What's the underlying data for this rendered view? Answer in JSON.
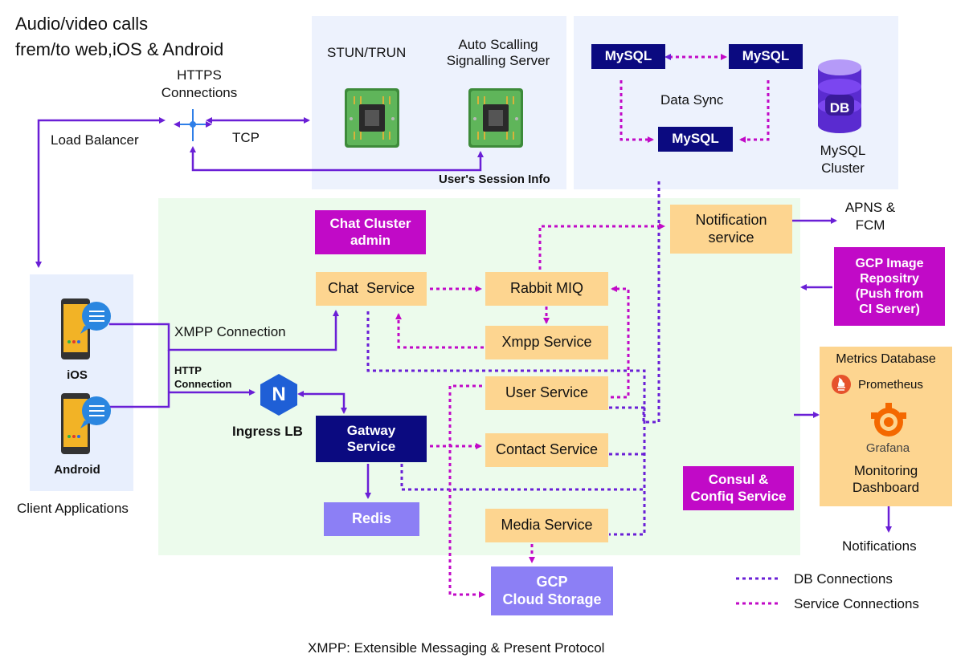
{
  "title": {
    "line1": "Audio/video calls",
    "line2": "frem/to web,iOS & Android"
  },
  "top_left": {
    "https": {
      "line1": "HTTPS",
      "line2": "Connections"
    },
    "load_balancer": "Load Balancer",
    "tcp": "TCP"
  },
  "servers": {
    "stun": "STUN/TRUN",
    "signalling": {
      "line1": "Auto Scalling",
      "line2": "Signalling Server"
    },
    "session_info": "User's Session Info"
  },
  "db_panel": {
    "mysql_a": "MySQL",
    "mysql_b": "MySQL",
    "mysql_c": "MySQL",
    "data_sync": "Data Sync",
    "db_icon_label": "DB",
    "cluster": {
      "line1": "MySQL",
      "line2": "Cluster"
    }
  },
  "clients": {
    "ios": "iOS",
    "android": "Android",
    "caption": "Client Applications",
    "xmpp_connection": "XMPP Connection",
    "http_connection": {
      "line1": "HTTP",
      "line2": "Connection"
    }
  },
  "cluster": {
    "admin": {
      "line1": "Chat Cluster",
      "line2": "admin"
    },
    "chat_service": "Chat  Service",
    "rabbit": "Rabbit MIQ",
    "xmpp_service": "Xmpp Service",
    "user_service": "User Service",
    "contact_service": "Contact Service",
    "media_service": "Media Service",
    "gateway": {
      "line1": "Gatway",
      "line2": "Service"
    },
    "ingress_icon": "N",
    "ingress": "Ingress LB",
    "redis": "Redis",
    "notification": {
      "line1": "Notification",
      "line2": "service"
    },
    "consul": {
      "line1": "Consul &",
      "line2": "Confiq Service"
    }
  },
  "external": {
    "apns": {
      "line1": "APNS &",
      "line2": "FCM"
    },
    "gcp_repo": {
      "line1": "GCP Image",
      "line2": "Repositry",
      "line3": "(Push from",
      "line4": "CI Server)"
    },
    "gcp_storage": {
      "line1": "GCP",
      "line2": "Cloud Storage"
    }
  },
  "metrics": {
    "title": "Metrics Database",
    "prometheus": "Prometheus",
    "grafana": "Grafana",
    "dashboard": {
      "line1": "Monitoring",
      "line2": "Dashboard"
    },
    "notifications": "Notifications"
  },
  "legend": {
    "db": "DB Connections",
    "service": "Service Connections"
  },
  "footer": "XMPP: Extensible Messaging & Present Protocol",
  "colors": {
    "purple": "#6a1fd6",
    "magenta": "#c10ac7",
    "navy": "#0b0a80",
    "orange_box": "#fdd590",
    "lavender": "#8c7ff5",
    "panel_blue": "#edf2fd",
    "panel_green": "#ecfbec"
  }
}
